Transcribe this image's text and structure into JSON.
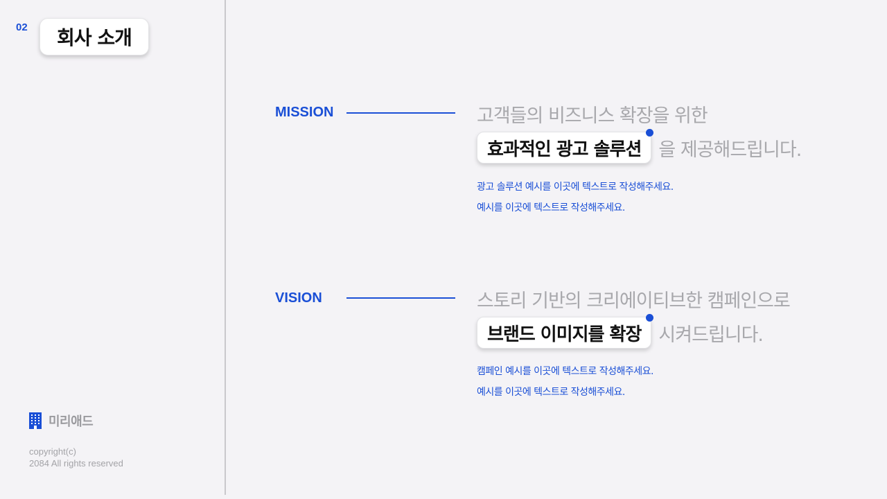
{
  "slide": {
    "page_number": "02",
    "title": "회사 소개"
  },
  "footer": {
    "brand_icon": "building-icon",
    "brand_name": "미리애드",
    "copyright_line1": "copyright(c)",
    "copyright_line2": "2084 All rights reserved"
  },
  "colors": {
    "accent": "#1a4fd6",
    "background": "#f4f3f6",
    "muted_text": "#a8a8ac"
  },
  "sections": [
    {
      "label": "MISSION",
      "headline": "고객들의 비즈니스 확장을 위한",
      "highlight": "효과적인 광고 솔루션",
      "tail": "을 제공해드립니다.",
      "descriptions": [
        "광고 솔루션 예시를 이곳에 텍스트로 작성해주세요.",
        "예시를 이곳에 텍스트로 작성해주세요."
      ]
    },
    {
      "label": "VISION",
      "headline": "스토리 기반의 크리에이티브한 캠페인으로",
      "highlight": "브랜드 이미지를 확장",
      "tail": "시켜드립니다.",
      "descriptions": [
        "캠페인 예시를 이곳에 텍스트로 작성해주세요.",
        "예시를 이곳에 텍스트로 작성해주세요."
      ]
    }
  ]
}
